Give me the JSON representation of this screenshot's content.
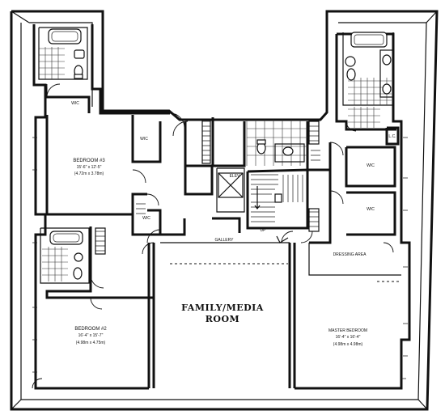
{
  "rooms": {
    "bedroom3": {
      "name": "BEDROOM #3",
      "dims_ft": "15'-6\" x 12'-5\"",
      "dims_m": "(4.72m x 3.78m)"
    },
    "bedroom2": {
      "name": "BEDROOM #2",
      "dims_ft": "16'-4\" x 15'-7\"",
      "dims_m": "(4.98m x 4.75m)"
    },
    "master": {
      "name": "MASTER BEDROOM",
      "dims_ft": "16'-4\" x 16'-4\"",
      "dims_m": "(4.98m x 4.98m)"
    },
    "family": {
      "line1": "FAMILY/MEDIA",
      "line2": "ROOM"
    },
    "gallery": "GALLERY",
    "dressing": "DRESSING AREA",
    "elev": "ELEV",
    "up": "UP",
    "lc": "L.C.",
    "wic": "WIC"
  }
}
